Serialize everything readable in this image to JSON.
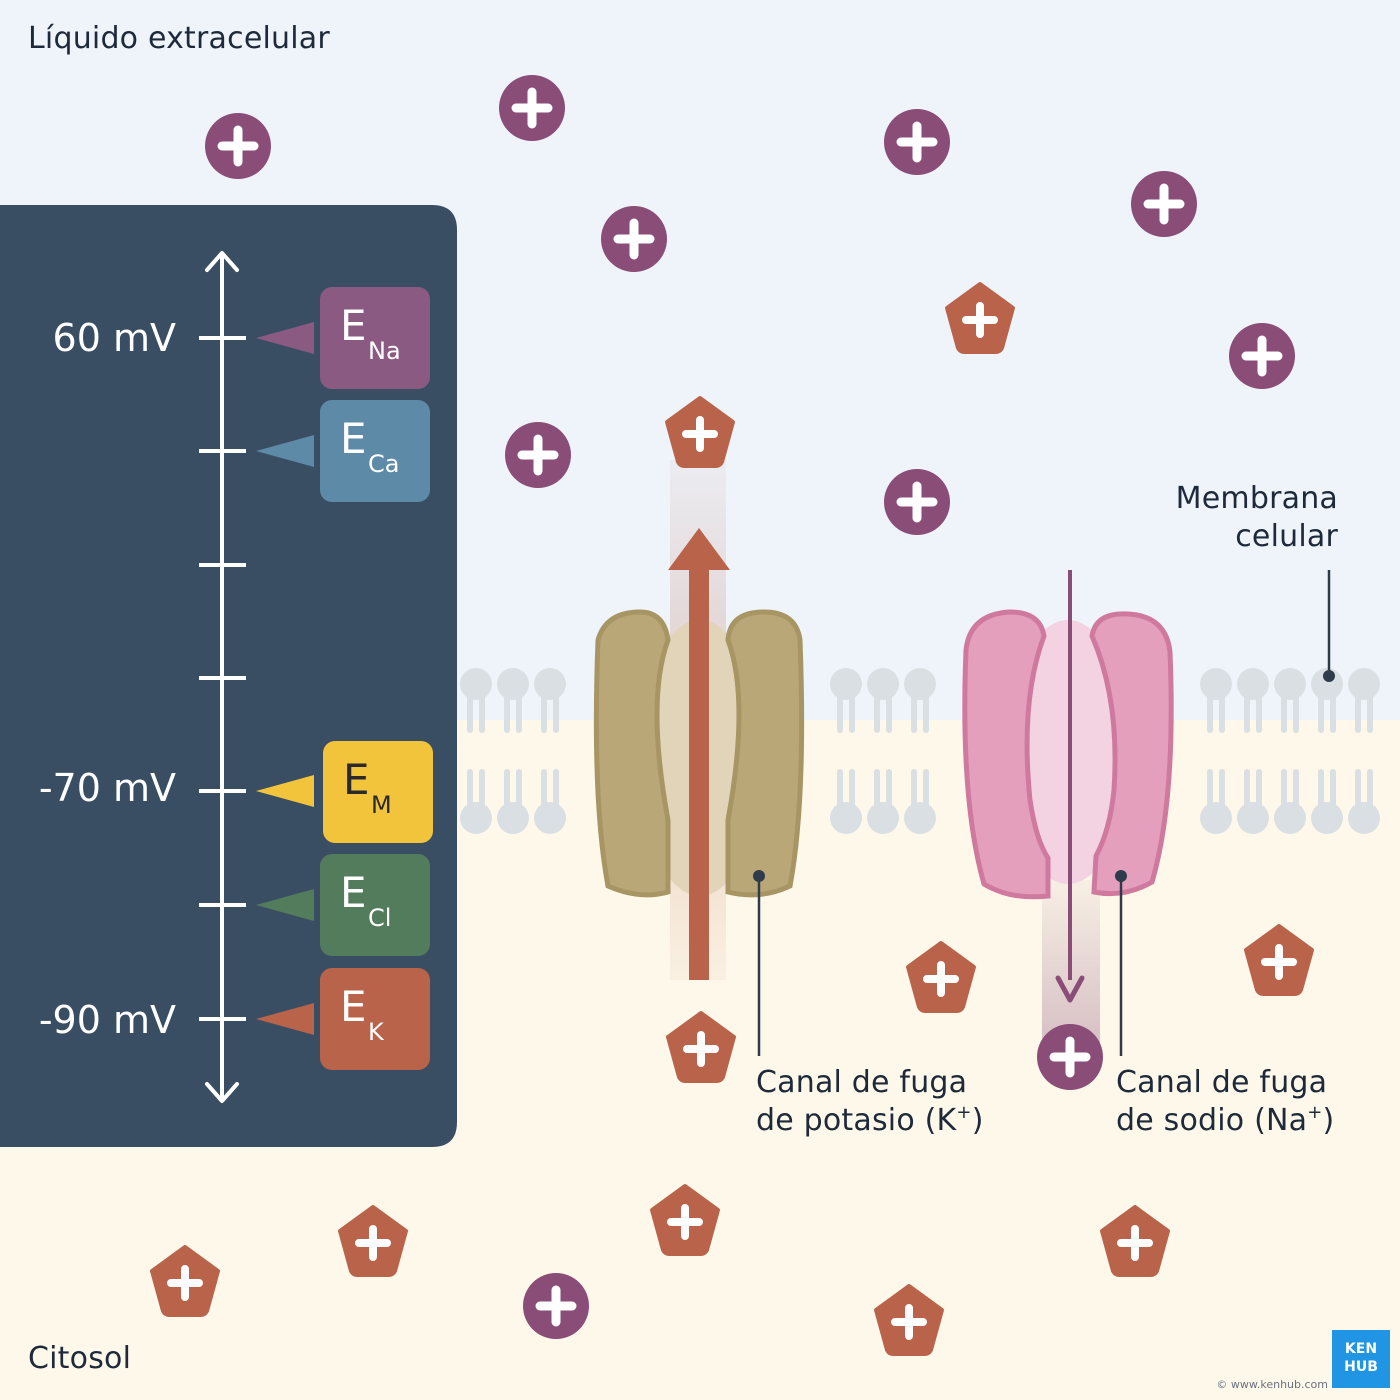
{
  "regions": {
    "extracellular": "Líquido extracelular",
    "cytosol": "Citosol",
    "membrane_line1": "Membrana",
    "membrane_line2": "celular"
  },
  "colors": {
    "extracellular_bg": "#eef4fa",
    "cytosol_bg": "#fdf8ea",
    "panel": "#3a4e63",
    "cation_circle": "#8a4d78",
    "cation_pentagon": "#b8634a",
    "k_channel": "#b9a777",
    "na_channel": "#e49fbc",
    "lipid": "#d9dfe3"
  },
  "scale": {
    "labels": {
      "na": "60 mV",
      "m": "-70 mV",
      "k": "-90 mV"
    },
    "potentials": [
      {
        "name": "Na",
        "letter": "E",
        "sub": "Na",
        "color": "#8a5a82"
      },
      {
        "name": "Ca",
        "letter": "E",
        "sub": "Ca",
        "color": "#5d8aa6"
      },
      {
        "name": "M",
        "letter": "E",
        "sub": "M",
        "color": "#f2c43b"
      },
      {
        "name": "Cl",
        "letter": "E",
        "sub": "Cl",
        "color": "#537c5c"
      },
      {
        "name": "K",
        "letter": "E",
        "sub": "K",
        "color": "#b8634a"
      }
    ]
  },
  "channels": {
    "potassium_line1": "Canal de fuga",
    "potassium_line2_pre": "de potasio (K",
    "potassium_sup": "+",
    "potassium_line2_post": ")",
    "sodium_line1": "Canal de fuga",
    "sodium_line2_pre": "de sodio (Na",
    "sodium_sup": "+",
    "sodium_line2_post": ")"
  },
  "brand": {
    "line1": "KEN",
    "line2": "HUB",
    "url": "© www.kenhub.com"
  }
}
